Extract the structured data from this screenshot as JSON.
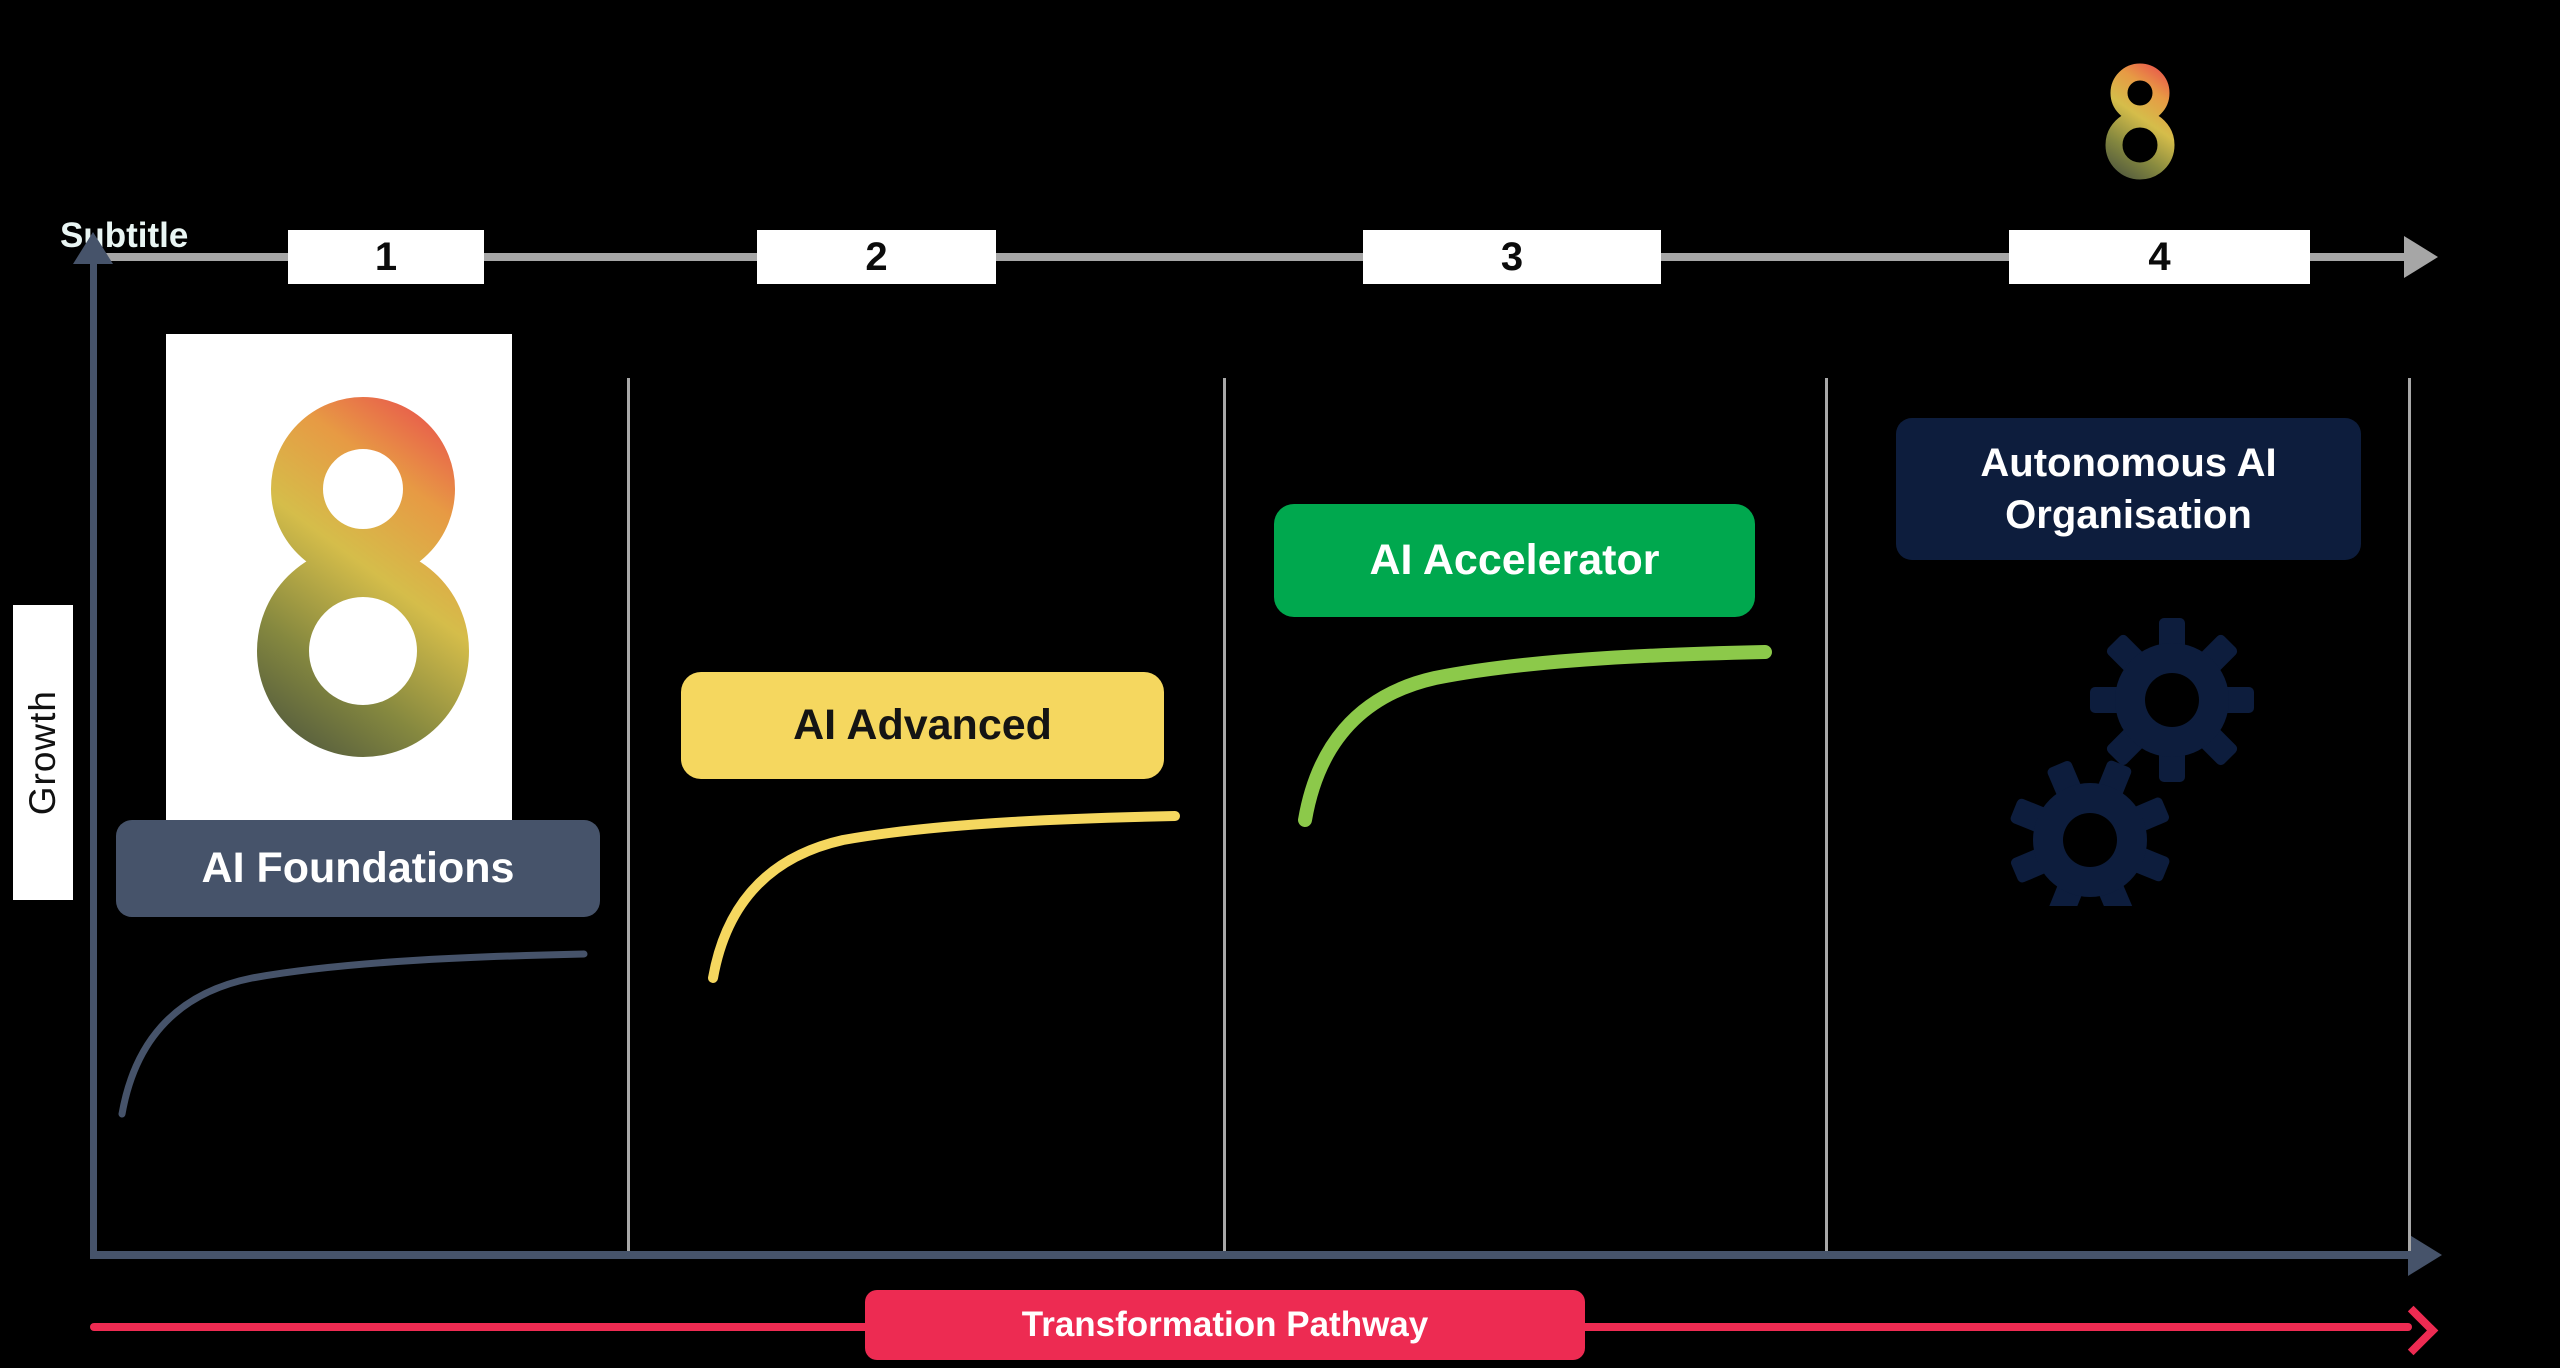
{
  "header": {
    "subtitle": "Subtitle",
    "brand_icon": "figure-eight-logo",
    "brand_gradient": [
      "#47503D",
      "#85883F",
      "#D5BD4A",
      "#E79A44",
      "#E9514D"
    ]
  },
  "axes": {
    "y_label": "Growth",
    "axis_color": "#46536A",
    "timeline_color": "#A6A6A6",
    "separator_color": "#A8A8A8"
  },
  "stages": [
    {
      "step": "1",
      "label": "AI Foundations",
      "box_color": "#46536A",
      "label_text_color": "#FFFFFF",
      "curve_color": "#46536A",
      "art": "figure-eight-logo-card"
    },
    {
      "step": "2",
      "label": "AI Advanced",
      "box_color": "#F5D75F",
      "label_text_color": "#141414",
      "curve_color": "#F5D75F"
    },
    {
      "step": "3",
      "label": "AI Accelerator",
      "box_color": "#00A84E",
      "label_text_color": "#FFFFFF",
      "curve_color": "#8CC94A"
    },
    {
      "step": "4",
      "label": "Autonomous AI Organisation",
      "box_color": "#0D1D3D",
      "label_text_color": "#FFFFFF",
      "art": "gears-icon",
      "gears_color": "#0D1D3D"
    }
  ],
  "pathway": {
    "label": "Transformation Pathway",
    "color": "#ED2B52",
    "text_color": "#FFFFFF"
  }
}
